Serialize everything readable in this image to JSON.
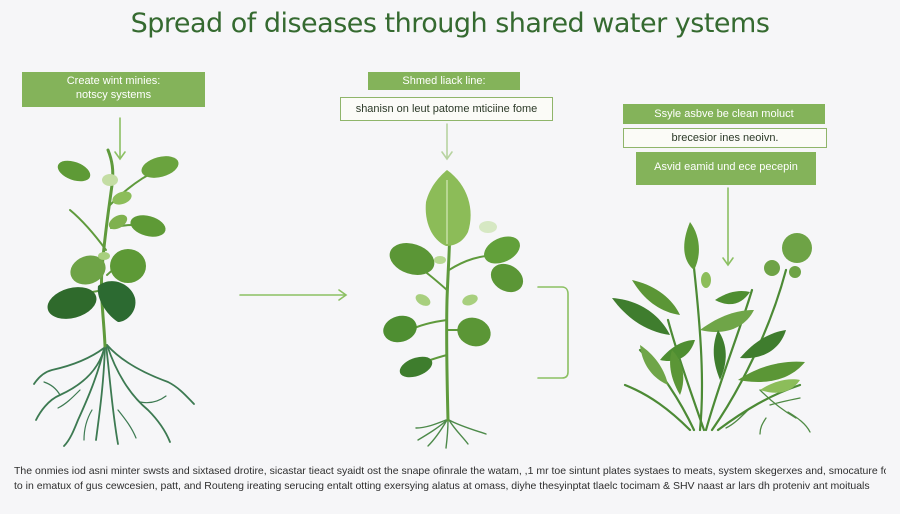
{
  "title": "Spread of diseases  through shared water ystems",
  "labels": {
    "left": "Create wint minies:\nnotscy systems",
    "middle_top": "Shmed liack line:",
    "middle_bottom": "shanisn on leut patome mticiine fome",
    "right_1": "Ssyle asbve be clean moluct",
    "right_2": "brecesior ines neoivn.",
    "right_3": "Asvid eamid und ece pecepin"
  },
  "caption": {
    "line1": "The onmies iod asni minter swsts and sixtased drotire, sicastar tieact syaidt ost the snape ofinrale the watam, ,1 mr toe sintunt plates systaes to meats, system skegerxes and, smocature for",
    "line2": "to in ematux of gus cewcesien, patt, and Routeng ireating serucing entalt otting exersying alatus at omass, diyhe thesyinptat tlaelc tocimam & SHV naast ar lars dh proteniv ant moituals"
  },
  "colors": {
    "title": "#356a30",
    "label_fill": "#84b35a",
    "leaf_dark": "#3f7d2e",
    "leaf_mid": "#6fa548",
    "leaf_light": "#a9cf7a",
    "arrow": "#8cc063"
  }
}
